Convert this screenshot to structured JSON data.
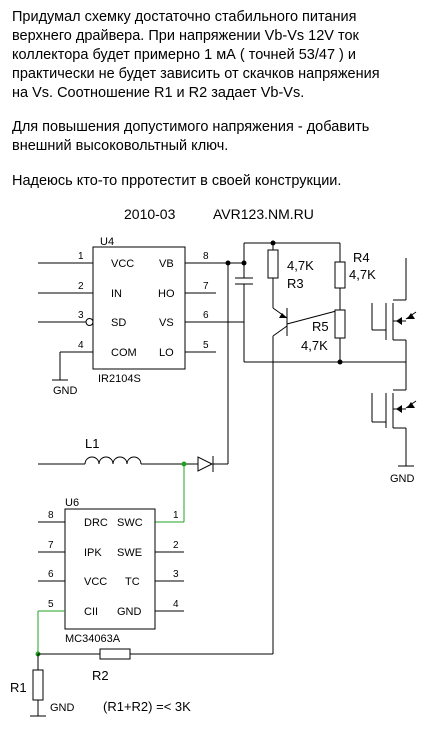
{
  "description": {
    "paragraph1_lines": [
      "Придумал схемку достаточно стабильного питания",
      "верхнего драйвера.  При напряжении Vb-Vs 12V ток",
      "коллектора будет примерно 1  мА ( точней 53/47 ) и",
      "практически не будет зависить от скачков напряжения",
      "на Vs. Соотношение R1 и R2 задает Vb-Vs."
    ],
    "paragraph2_lines": [
      "Для повышения допустимого напряжения - добавить",
      "внешний высоковольтный ключ."
    ],
    "paragraph3_lines": [
      "Надеюсь кто-то прротестит в своей конструкции."
    ]
  },
  "header": {
    "date": "2010-03",
    "site": "AVR123.NM.RU"
  },
  "u4": {
    "ref": "U4",
    "part": "IR2104S",
    "left_pins": [
      {
        "num": "1",
        "name": "VCC"
      },
      {
        "num": "2",
        "name": "IN"
      },
      {
        "num": "3",
        "name": "SD"
      },
      {
        "num": "4",
        "name": "COM"
      }
    ],
    "right_pins": [
      {
        "num": "8",
        "name": "VB"
      },
      {
        "num": "7",
        "name": "HO"
      },
      {
        "num": "6",
        "name": "VS"
      },
      {
        "num": "5",
        "name": "LO"
      }
    ]
  },
  "u6": {
    "ref": "U6",
    "part": "MC34063A",
    "left_pins": [
      {
        "num": "8",
        "name": "DRC"
      },
      {
        "num": "7",
        "name": "IPK"
      },
      {
        "num": "6",
        "name": "VCC"
      },
      {
        "num": "5",
        "name": "CII"
      }
    ],
    "right_pins": [
      {
        "num": "1",
        "name": "SWC"
      },
      {
        "num": "2",
        "name": "SWE"
      },
      {
        "num": "3",
        "name": "TC"
      },
      {
        "num": "4",
        "name": "GND"
      }
    ]
  },
  "components": {
    "r3": {
      "ref": "R3",
      "value": "4,7K"
    },
    "r4": {
      "ref": "R4",
      "value": "4,7K"
    },
    "r5": {
      "ref": "R5",
      "value": "4,7K"
    },
    "l1": {
      "ref": "L1"
    },
    "r1": {
      "ref": "R1"
    },
    "r2": {
      "ref": "R2"
    }
  },
  "labels": {
    "gnd": "GND",
    "formula": "(R1+R2) =< 3K"
  },
  "colors": {
    "wire": "#000000",
    "green_wire": "#22a022",
    "background": "#ffffff"
  }
}
